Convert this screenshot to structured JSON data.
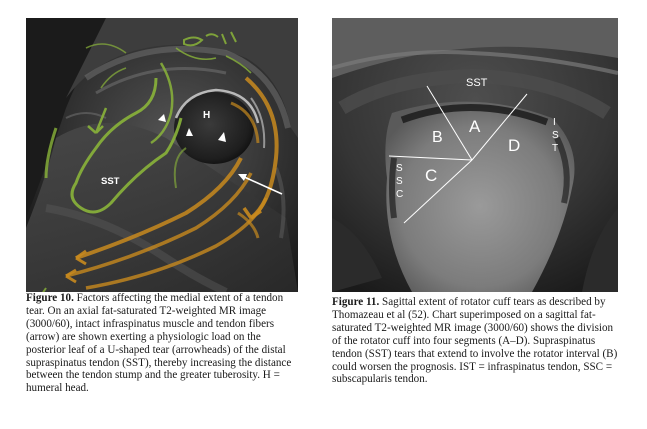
{
  "figure10": {
    "image_labels": {
      "head": "H",
      "tendon": "SST"
    },
    "caption": {
      "label": "Figure 10.",
      "text": "Factors affecting the medial extent of a tendon tear. On an axial fat-saturated T2-weighted MR image (3000/60), intact infraspinatus muscle and tendon fibers (arrow) are shown exerting a physiologic load on the posterior leaf of a U-shaped tear (arrowheads) of the distal supraspinatus tendon (SST), thereby increasing the distance between the tendon stump and the greater tuberosity. H = humeral head."
    }
  },
  "figure11": {
    "image_labels": {
      "top": "SST",
      "segment_a": "A",
      "segment_b": "B",
      "segment_c": "C",
      "segment_d": "D",
      "right_chars": [
        "I",
        "S",
        "T"
      ],
      "left_chars": [
        "S",
        "S",
        "C"
      ]
    },
    "caption": {
      "label": "Figure 11.",
      "text": "Sagittal extent of rotator cuff tears as described by Thomazeau et al (52). Chart superimposed on a sagittal fat-saturated T2-weighted MR image (3000/60) shows the division of the rotator cuff into four segments (A–D). Supraspinatus tendon (SST) tears that extend to involve the rotator interval (B) could worsen the prognosis. IST = infraspinatus tendon, SSC = subscapularis tendon."
    }
  },
  "colors": {
    "annotation_green": "#8ab43a",
    "annotation_orange": "#c88a1e",
    "overlay_white": "#ffffff"
  }
}
